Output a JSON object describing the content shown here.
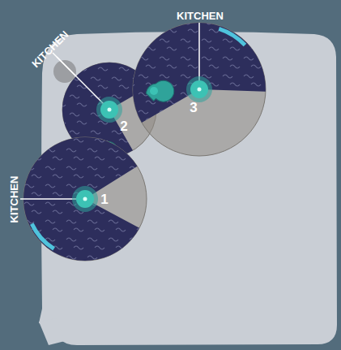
{
  "diagram": {
    "nodes": [
      {
        "text": [
          "1"
        ]
      },
      {
        "text": [
          "2"
        ]
      },
      {
        "text": [
          "3"
        ]
      }
    ],
    "labels": [
      "KITCHEN",
      "KITCHEN",
      "KITCHEN"
    ]
  }
}
